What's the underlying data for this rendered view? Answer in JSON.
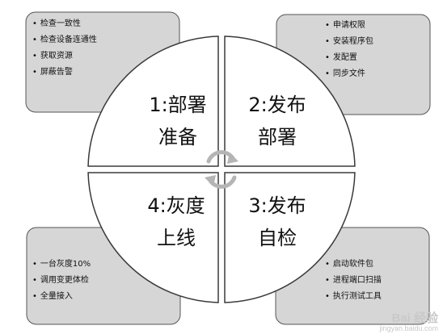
{
  "boxes": {
    "top_left": [
      "检查一致性",
      "检查设备连通性",
      "获取资源",
      "屏蔽告警"
    ],
    "top_right": [
      "申请权限",
      "安装程序包",
      "发配置",
      "同步文件"
    ],
    "bottom_left": [
      "一台灰度10%",
      "调用变更体检",
      "全量接入"
    ],
    "bottom_right": [
      "启动软件包",
      "进程端口扫描",
      "执行测试工具"
    ]
  },
  "quadrants": {
    "q1": {
      "line1": "1:部署",
      "line2": "准备"
    },
    "q2": {
      "line1": "2:发布",
      "line2": "部署"
    },
    "q3": {
      "line1": "3:发布",
      "line2": "自检"
    },
    "q4": {
      "line1": "4:灰度",
      "line2": "上线"
    }
  },
  "watermark": {
    "brand": "Bai 经验",
    "url": "jingyan.baidu.com"
  },
  "colors": {
    "box_fill": "#d6d6d6",
    "box_stroke": "#555555",
    "circle_fill": "#ffffff",
    "circle_stroke": "#3a3a3a",
    "arrow": "#b5b5b5"
  }
}
